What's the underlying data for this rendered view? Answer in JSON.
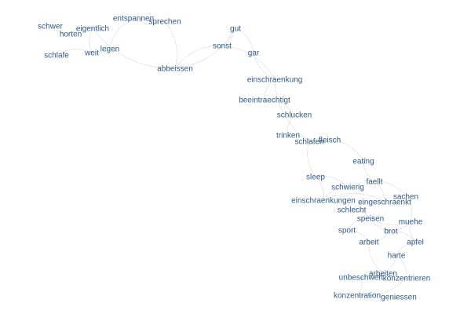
{
  "diagram": {
    "type": "word-network",
    "node_color": "#2f5a8a",
    "edge_color": "#c8c8c8",
    "nodes": [
      "schwer",
      "horten",
      "eigentlich",
      "entspannen",
      "sprechen",
      "gut",
      "sonst",
      "gar",
      "schlafe",
      "weit",
      "legen",
      "abbeissen",
      "einschraenkung",
      "beeintraechtigt",
      "schlucken",
      "trinken",
      "schlafen",
      "fleisch",
      "eating",
      "sleep",
      "schwierig",
      "faellt",
      "sachen",
      "einschraenkungen",
      "eingeschraenkt",
      "schlecht",
      "speisen",
      "muehe",
      "sport",
      "brot",
      "arbeit",
      "apfel",
      "harte",
      "arbeiten",
      "unbeschwert",
      "konzentrieren",
      "konzentration",
      "geniessen"
    ],
    "edges": [
      [
        "schwer",
        "horten"
      ],
      [
        "horten",
        "eigentlich"
      ],
      [
        "eigentlich",
        "weit"
      ],
      [
        "schlafe",
        "weit"
      ],
      [
        "weit",
        "legen"
      ],
      [
        "legen",
        "entspannen"
      ],
      [
        "entspannen",
        "sprechen"
      ],
      [
        "sprechen",
        "abbeissen"
      ],
      [
        "eigentlich",
        "abbeissen"
      ],
      [
        "abbeissen",
        "sonst"
      ],
      [
        "sonst",
        "gut"
      ],
      [
        "gut",
        "gar"
      ],
      [
        "gar",
        "einschraenkung"
      ],
      [
        "sonst",
        "einschraenkung"
      ],
      [
        "einschraenkung",
        "beeintraechtigt"
      ],
      [
        "beeintraechtigt",
        "schlucken"
      ],
      [
        "schlucken",
        "trinken"
      ],
      [
        "trinken",
        "schlafen"
      ],
      [
        "schlafen",
        "fleisch"
      ],
      [
        "fleisch",
        "eating"
      ],
      [
        "schlafen",
        "sleep"
      ],
      [
        "sleep",
        "schwierig"
      ],
      [
        "eating",
        "faellt"
      ],
      [
        "faellt",
        "sachen"
      ],
      [
        "schwierig",
        "einschraenkungen"
      ],
      [
        "einschraenkungen",
        "eingeschraenkt"
      ],
      [
        "eingeschraenkt",
        "schlecht"
      ],
      [
        "schlecht",
        "speisen"
      ],
      [
        "speisen",
        "muehe"
      ],
      [
        "sachen",
        "muehe"
      ],
      [
        "speisen",
        "sport"
      ],
      [
        "sport",
        "arbeit"
      ],
      [
        "arbeit",
        "brot"
      ],
      [
        "brot",
        "apfel"
      ],
      [
        "apfel",
        "harte"
      ],
      [
        "harte",
        "arbeiten"
      ],
      [
        "arbeit",
        "arbeiten"
      ],
      [
        "arbeiten",
        "unbeschwert"
      ],
      [
        "arbeiten",
        "konzentrieren"
      ],
      [
        "konzentrieren",
        "konzentration"
      ],
      [
        "konzentration",
        "geniessen"
      ],
      [
        "unbeschwert",
        "konzentration"
      ],
      [
        "muehe",
        "apfel"
      ],
      [
        "gut",
        "abbeissen"
      ],
      [
        "einschraenkung",
        "schlafen"
      ],
      [
        "sleep",
        "einschraenkungen"
      ],
      [
        "brot",
        "muehe"
      ],
      [
        "faellt",
        "eingeschraenkt"
      ],
      [
        "speisen",
        "brot"
      ],
      [
        "harte",
        "konzentrieren"
      ]
    ]
  }
}
